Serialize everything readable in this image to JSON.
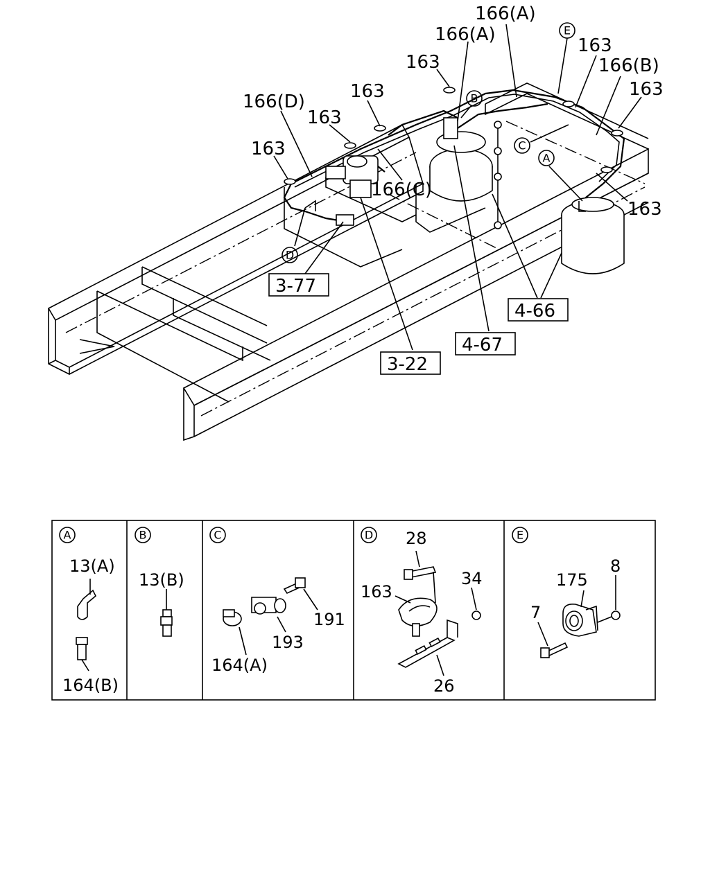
{
  "callouts": {
    "p166a_1": "166(A)",
    "p166a_2": "166(A)",
    "p166b": "166(B)",
    "p166c": "166(C)",
    "p166d": "166(D)",
    "p163_1": "163",
    "p163_2": "163",
    "p163_3": "163",
    "p163_4": "163",
    "p163_5": "163",
    "p163_6": "163",
    "p163_7": "163",
    "ref_3_77": "3-77",
    "ref_3_22": "3-22",
    "ref_4_67": "4-67",
    "ref_4_66": "4-66",
    "mark_a": "A",
    "mark_b": "B",
    "mark_c": "C",
    "mark_d": "D",
    "mark_e": "E"
  },
  "details": {
    "a": {
      "mark": "A",
      "part1": "13(A)",
      "part2": "164(B)"
    },
    "b": {
      "mark": "B",
      "part1": "13(B)"
    },
    "c": {
      "mark": "C",
      "part1": "164(A)",
      "part2": "193",
      "part3": "191"
    },
    "d": {
      "mark": "D",
      "part1": "28",
      "part2": "163",
      "part3": "34",
      "part4": "26"
    },
    "e": {
      "mark": "E",
      "part1": "175",
      "part2": "8",
      "part3": "7"
    }
  }
}
